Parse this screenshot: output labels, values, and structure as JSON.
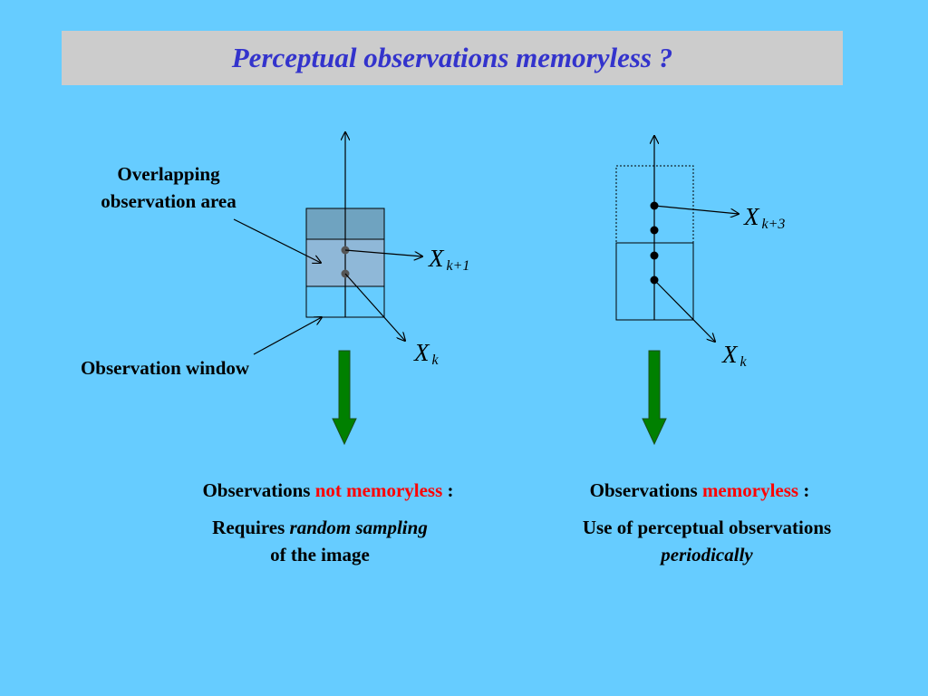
{
  "title": "Perceptual observations memoryless ?",
  "left_panel": {
    "overlap_label_line1": "Overlapping",
    "overlap_label_line2": "observation area",
    "window_label": "Observation window",
    "var_upper": "X",
    "var_upper_sub": "k+1",
    "var_lower": "X",
    "var_lower_sub": "k",
    "conclusion_prefix": "Observations",
    "conclusion_highlight": "not memoryless",
    "conclusion_suffix": ":",
    "detail_prefix": "Requires",
    "detail_italic": "random sampling",
    "detail_line2": "of the image"
  },
  "right_panel": {
    "var_upper": "X",
    "var_upper_sub": "k+3",
    "var_lower": "X",
    "var_lower_sub": "k",
    "conclusion_prefix": "Observations",
    "conclusion_highlight": "memoryless",
    "conclusion_suffix": ":",
    "detail_line1": "Use of perceptual observations",
    "detail_italic": "periodically"
  },
  "colors": {
    "background": "#66ccff",
    "title_bar": "#cccccc",
    "title_text": "#3333cc",
    "highlight": "#ff0000",
    "down_arrow": "#008000",
    "overlap_fill": "#8fb8d8",
    "window_top_fill": "#6fa3c0"
  }
}
